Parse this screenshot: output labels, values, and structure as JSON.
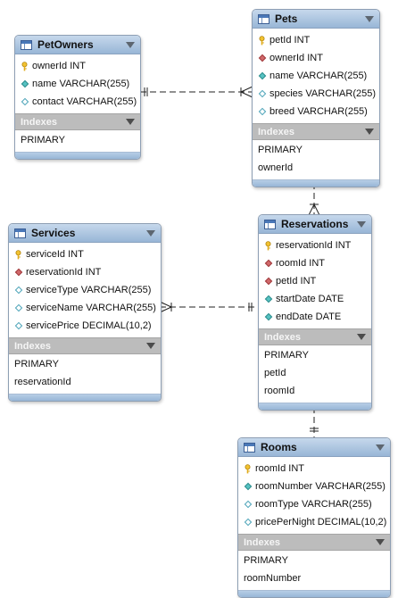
{
  "tables": [
    {
      "name": "PetOwners",
      "columns": [
        {
          "text": "ownerId INT",
          "icon": "key"
        },
        {
          "text": "name VARCHAR(255)",
          "icon": "idx"
        },
        {
          "text": "contact VARCHAR(255)",
          "icon": "col"
        }
      ],
      "indexes_label": "Indexes",
      "indexes": [
        "PRIMARY"
      ]
    },
    {
      "name": "Pets",
      "columns": [
        {
          "text": "petId INT",
          "icon": "key"
        },
        {
          "text": "ownerId INT",
          "icon": "fk"
        },
        {
          "text": "name VARCHAR(255)",
          "icon": "idx"
        },
        {
          "text": "species VARCHAR(255)",
          "icon": "col"
        },
        {
          "text": "breed VARCHAR(255)",
          "icon": "col"
        }
      ],
      "indexes_label": "Indexes",
      "indexes": [
        "PRIMARY",
        "ownerId"
      ]
    },
    {
      "name": "Services",
      "columns": [
        {
          "text": "serviceId INT",
          "icon": "key"
        },
        {
          "text": "reservationId INT",
          "icon": "fk"
        },
        {
          "text": "serviceType VARCHAR(255)",
          "icon": "col"
        },
        {
          "text": "serviceName VARCHAR(255)",
          "icon": "col"
        },
        {
          "text": "servicePrice DECIMAL(10,2)",
          "icon": "col"
        }
      ],
      "indexes_label": "Indexes",
      "indexes": [
        "PRIMARY",
        "reservationId"
      ]
    },
    {
      "name": "Reservations",
      "columns": [
        {
          "text": "reservationId INT",
          "icon": "key"
        },
        {
          "text": "roomId INT",
          "icon": "fk"
        },
        {
          "text": "petId INT",
          "icon": "fk"
        },
        {
          "text": "startDate DATE",
          "icon": "idx"
        },
        {
          "text": "endDate DATE",
          "icon": "idx"
        }
      ],
      "indexes_label": "Indexes",
      "indexes": [
        "PRIMARY",
        "petId",
        "roomId"
      ]
    },
    {
      "name": "Rooms",
      "columns": [
        {
          "text": "roomId INT",
          "icon": "key"
        },
        {
          "text": "roomNumber VARCHAR(255)",
          "icon": "idx"
        },
        {
          "text": "roomType VARCHAR(255)",
          "icon": "col"
        },
        {
          "text": "pricePerNight DECIMAL(10,2)",
          "icon": "col"
        }
      ],
      "indexes_label": "Indexes",
      "indexes": [
        "PRIMARY",
        "roomNumber"
      ]
    }
  ],
  "relationships": [
    {
      "from": "PetOwners",
      "to": "Pets",
      "type": "one-to-many"
    },
    {
      "from": "Pets",
      "to": "Reservations",
      "type": "one-to-many"
    },
    {
      "from": "Reservations",
      "to": "Services",
      "type": "one-to-many"
    },
    {
      "from": "Rooms",
      "to": "Reservations",
      "type": "one-to-many"
    }
  ],
  "colors": {
    "header_top": "#c6d8ec",
    "header_bottom": "#98b6d6",
    "index_bar": "#bcbcbc",
    "fk_marker": "#d0686a",
    "index_marker": "#56c2c2",
    "key_icon": "#f2c230"
  }
}
